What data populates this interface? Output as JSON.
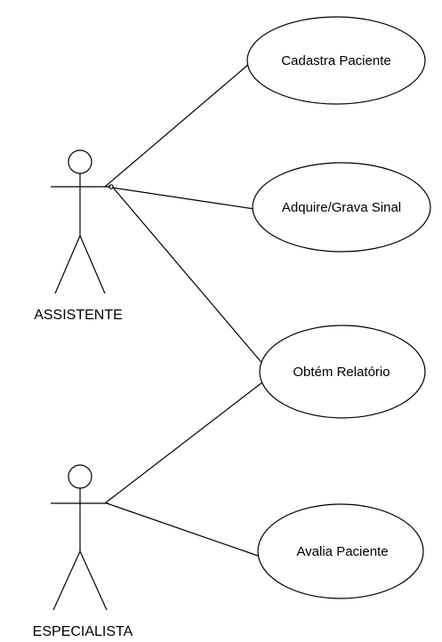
{
  "diagram": {
    "actors": [
      {
        "id": "assistente",
        "label": "ASSISTENTE"
      },
      {
        "id": "especialista",
        "label": "ESPECIALISTA"
      }
    ],
    "use_cases": [
      {
        "id": "cadastra",
        "label": "Cadastra Paciente"
      },
      {
        "id": "adquire",
        "label": "Adquire/Grava Sinal"
      },
      {
        "id": "obtem",
        "label": "Obtém Relatório"
      },
      {
        "id": "avalia",
        "label": "Avalia Paciente"
      }
    ],
    "associations": [
      [
        "assistente",
        "cadastra"
      ],
      [
        "assistente",
        "adquire"
      ],
      [
        "assistente",
        "obtem"
      ],
      [
        "especialista",
        "obtem"
      ],
      [
        "especialista",
        "avalia"
      ]
    ]
  }
}
